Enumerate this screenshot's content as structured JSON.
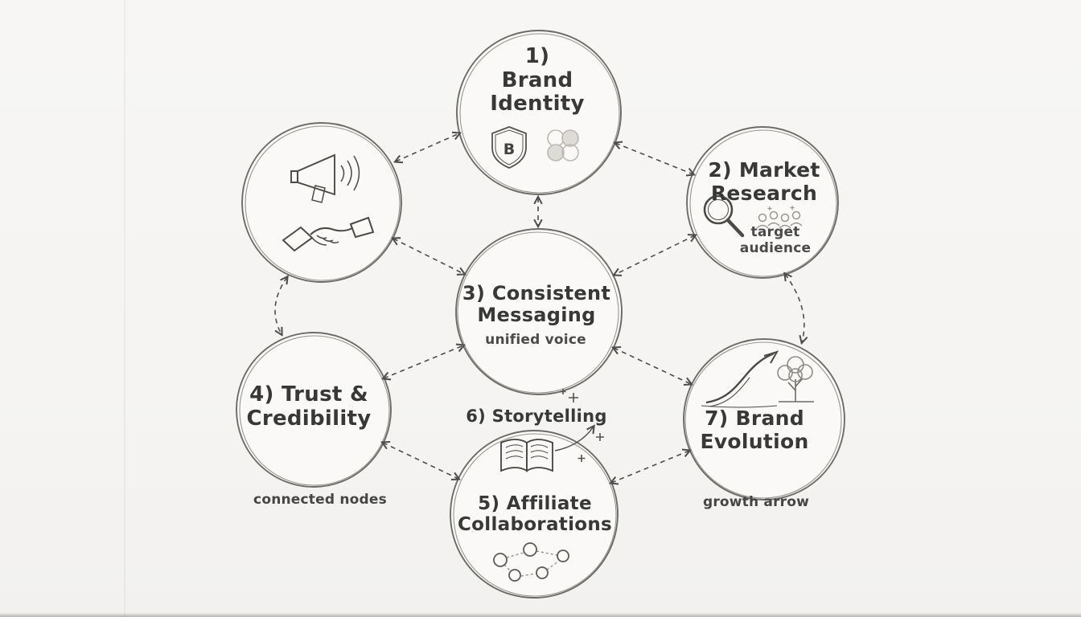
{
  "page": {
    "background": "#f5f4f2",
    "ink": "#3e3e3e",
    "light_ink": "#9a9792"
  },
  "nodes": {
    "brand_identity": {
      "lines": [
        "1)",
        "Brand",
        "Identity"
      ]
    },
    "market_research": {
      "lines": [
        "2) Market",
        "Research"
      ],
      "sub": [
        "target",
        "audience"
      ]
    },
    "consistent_messaging": {
      "lines": [
        "3) Consistent",
        "Messaging"
      ],
      "subtitle": "unified voice"
    },
    "trust_credibility": {
      "lines": [
        "4) Trust &",
        "Credibility"
      ],
      "caption": "connected nodes"
    },
    "affiliate_collaborations": {
      "lines": [
        "5) Affiliate",
        "Collaborations"
      ]
    },
    "storytelling": {
      "label": "6) Storytelling"
    },
    "brand_evolution": {
      "lines": [
        "7) Brand",
        "Evolution"
      ],
      "caption": "growth arrow"
    }
  },
  "icons": {
    "shield_letter": "B",
    "names": [
      "shield-icon",
      "dots-cluster-icon",
      "magnifier-icon",
      "audience-icon",
      "megaphone-icon",
      "handshake-icon",
      "book-icon",
      "network-nodes-icon",
      "growth-arrow-icon",
      "tree-icon",
      "sparkle-icon"
    ]
  }
}
